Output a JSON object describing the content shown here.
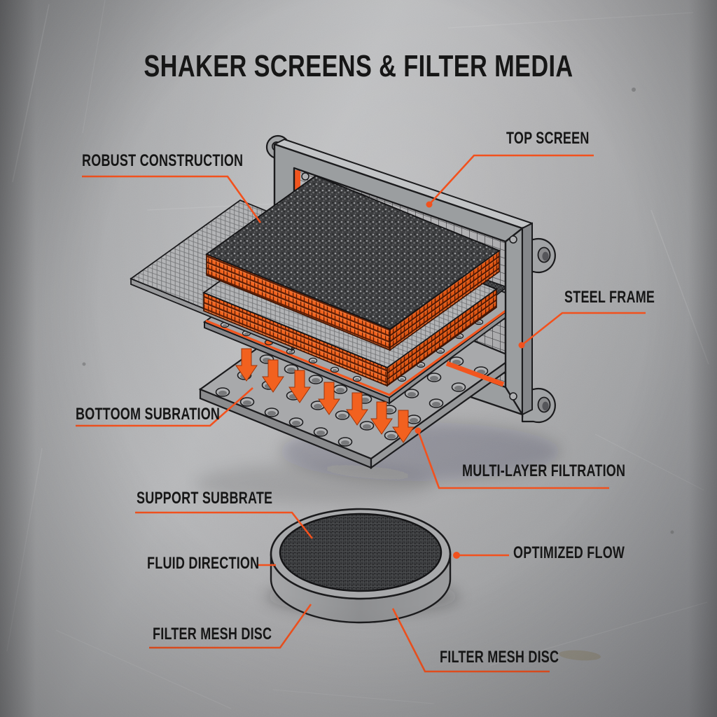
{
  "title": "SHAKER SCREENS & FILTER MEDIA",
  "colors": {
    "accent": "#F2511D",
    "ink": "#161616",
    "background_metal": "#A9AAAC",
    "frame_gray": "#9B9EA0",
    "mesh_dark": "#3D3E40",
    "weave_orange": "#F2641F"
  },
  "labels": [
    {
      "id": "robust-construction",
      "text": "ROBUST CONSTRUCTION"
    },
    {
      "id": "top-screen",
      "text": "TOP SCREEN"
    },
    {
      "id": "steel-frame",
      "text": "STEEL FRAME"
    },
    {
      "id": "bottom-substrate",
      "text": "BOTTOOM SUBRATION"
    },
    {
      "id": "multi-layer-filtration",
      "text": "MULTI-LAYER FILTRATION"
    },
    {
      "id": "support-substrate",
      "text": "SUPPORT SUBBRATE"
    },
    {
      "id": "fluid-direction",
      "text": "FLUID DIRECTION"
    },
    {
      "id": "optimized-flow",
      "text": "OPTIMIZED FLOW"
    },
    {
      "id": "filter-mesh-disc-left",
      "text": "FILTER MESH DISC"
    },
    {
      "id": "filter-mesh-disc-right",
      "text": "FILTER MESH DISC"
    }
  ]
}
